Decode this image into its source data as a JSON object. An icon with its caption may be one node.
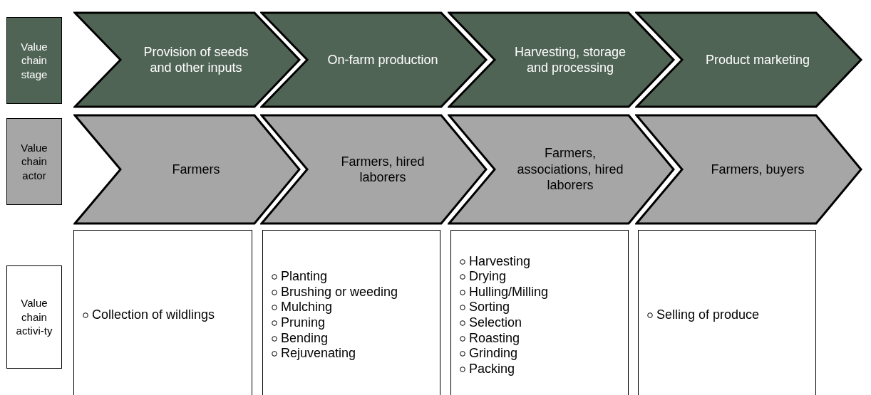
{
  "diagram": {
    "nodes": [
      {
        "text": [
          "Value chain stage"
        ]
      },
      {
        "text": [
          "Provision of seeds and other inputs"
        ]
      },
      {
        "text": [
          "On-farm production"
        ]
      },
      {
        "text": [
          "Harvesting, storage and processing"
        ]
      },
      {
        "text": [
          "Product marketing"
        ]
      },
      {
        "text": [
          "Value chain actor"
        ]
      },
      {
        "text": [
          "Farmers"
        ]
      },
      {
        "text": [
          "Farmers, hired laborers"
        ]
      },
      {
        "text": [
          "Farmers, associations, hired laborers"
        ]
      },
      {
        "text": [
          "Farmers, buyers"
        ]
      },
      {
        "text": [
          "Value chain activi-ty"
        ]
      },
      {
        "text": [
          "Collection of wildlings"
        ]
      },
      {
        "text": [
          "Planting",
          "Brushing or weeding",
          "Mulching",
          "Pruning",
          "Bending",
          "Rejuvenating"
        ]
      },
      {
        "text": [
          "Harvesting",
          "Drying",
          "Hulling/Milling",
          "Sorting",
          "Selection",
          "Roasting",
          "Grinding",
          "Packing"
        ]
      },
      {
        "text": [
          "Selling of produce"
        ]
      }
    ]
  }
}
